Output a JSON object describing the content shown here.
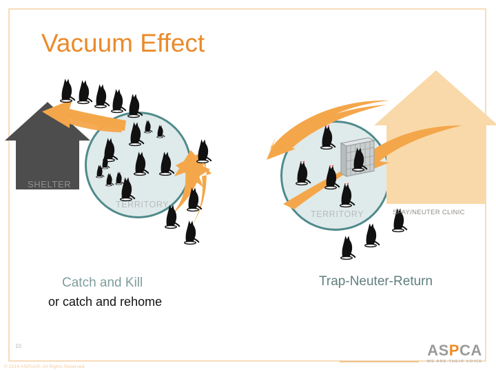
{
  "slide": {
    "title": "Vacuum Effect",
    "number": "10",
    "copyright": "© 2014 ASPCA®.  All Rights Reserved.",
    "accent_color": "#ea8b2b",
    "frame_color": "#f7dcbb",
    "background": "#ffffff"
  },
  "left_diagram": {
    "caption": "Catch and Kill",
    "caption_sub": "or catch and rehome",
    "caption_color": "#7f9c9c",
    "shelter_label": "SHELTER",
    "shelter_color": "#4d4d4d",
    "territory_label": "TERRITORY",
    "territory_fill": "#dfeaea",
    "territory_stroke": "#4f8a8b",
    "arrow_color": "#f4a74a",
    "cats_removed": 5,
    "cats_in_territory": 11,
    "cats_arriving": 4
  },
  "right_diagram": {
    "caption": "Trap-Neuter-Return",
    "caption_color": "#5f7f7e",
    "clinic_label": "SPAY/NEUTER CLINIC",
    "clinic_fill": "#f9d9a9",
    "territory_label": "TERRITORY",
    "territory_fill": "#dfeaea",
    "territory_stroke": "#4f8a8b",
    "arrow_color": "#f4a74a",
    "cats_in_territory": 5,
    "cats_outside": 3,
    "trap_label": "cat-trap"
  },
  "logo": {
    "word_a": "AS",
    "word_p": "P",
    "word_ca": "CA",
    "tagline": "WE ARE THEIR VOICE",
    "gray": "#9a9a9a",
    "orange": "#ef8c23"
  }
}
